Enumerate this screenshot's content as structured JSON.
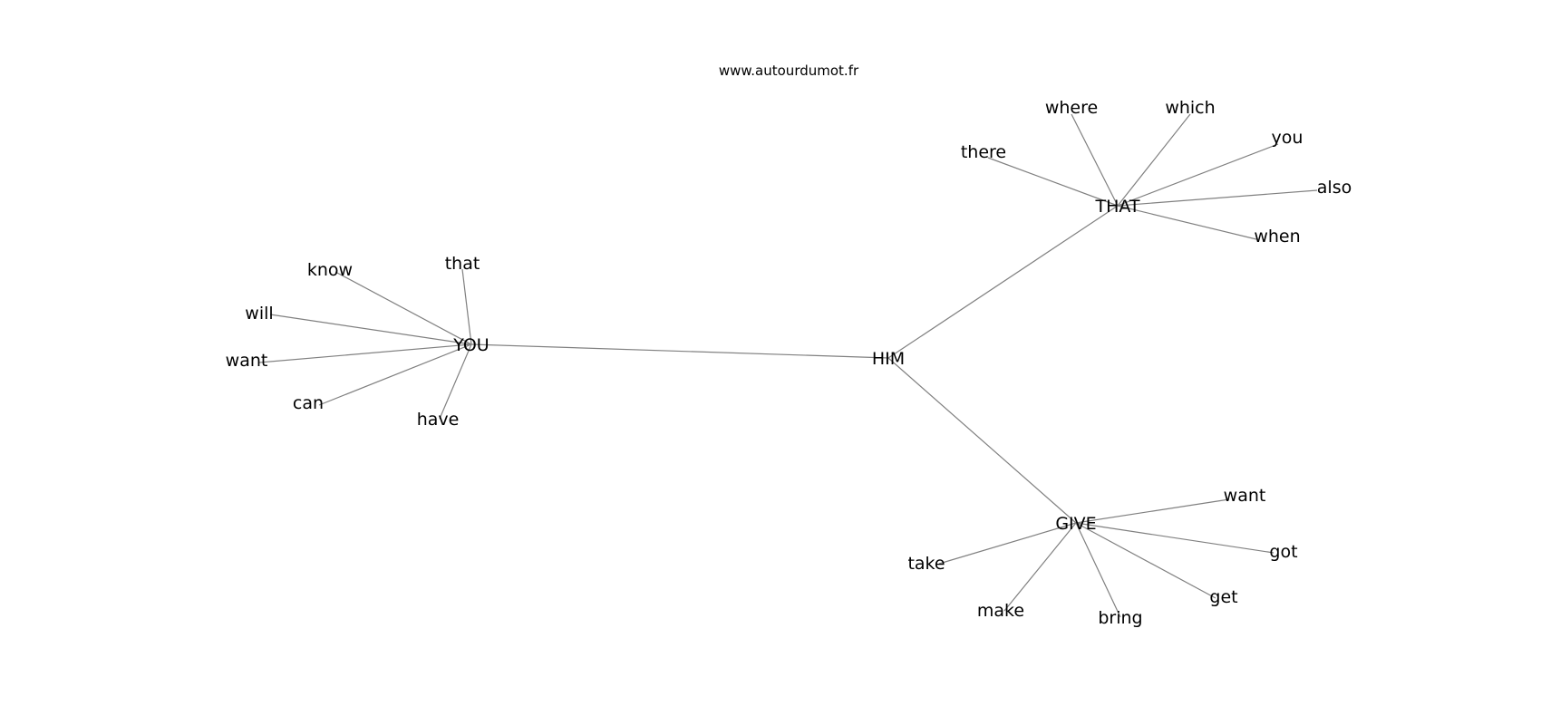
{
  "watermark": "www.autourdumot.fr",
  "colors": {
    "edge": "#808080",
    "text": "#000000",
    "background": "#ffffff"
  },
  "nodes": [
    {
      "id": "him",
      "label": "HIM"
    },
    {
      "id": "you",
      "label": "YOU"
    },
    {
      "id": "that_hub",
      "label": "THAT"
    },
    {
      "id": "give",
      "label": "GIVE"
    },
    {
      "id": "know",
      "label": "know"
    },
    {
      "id": "that_leaf",
      "label": "that"
    },
    {
      "id": "will",
      "label": "will"
    },
    {
      "id": "want_you",
      "label": "want"
    },
    {
      "id": "can",
      "label": "can"
    },
    {
      "id": "have",
      "label": "have"
    },
    {
      "id": "where",
      "label": "where"
    },
    {
      "id": "which",
      "label": "which"
    },
    {
      "id": "there",
      "label": "there"
    },
    {
      "id": "you_leaf",
      "label": "you"
    },
    {
      "id": "also",
      "label": "also"
    },
    {
      "id": "when",
      "label": "when"
    },
    {
      "id": "want_give",
      "label": "want"
    },
    {
      "id": "got",
      "label": "got"
    },
    {
      "id": "get",
      "label": "get"
    },
    {
      "id": "take",
      "label": "take"
    },
    {
      "id": "make",
      "label": "make"
    },
    {
      "id": "bring",
      "label": "bring"
    }
  ],
  "edges": [
    [
      "him",
      "you"
    ],
    [
      "him",
      "that_hub"
    ],
    [
      "him",
      "give"
    ],
    [
      "you",
      "know"
    ],
    [
      "you",
      "that_leaf"
    ],
    [
      "you",
      "will"
    ],
    [
      "you",
      "want_you"
    ],
    [
      "you",
      "can"
    ],
    [
      "you",
      "have"
    ],
    [
      "that_hub",
      "where"
    ],
    [
      "that_hub",
      "which"
    ],
    [
      "that_hub",
      "there"
    ],
    [
      "that_hub",
      "you_leaf"
    ],
    [
      "that_hub",
      "also"
    ],
    [
      "that_hub",
      "when"
    ],
    [
      "give",
      "want_give"
    ],
    [
      "give",
      "got"
    ],
    [
      "give",
      "get"
    ],
    [
      "give",
      "take"
    ],
    [
      "give",
      "make"
    ],
    [
      "give",
      "bring"
    ]
  ]
}
